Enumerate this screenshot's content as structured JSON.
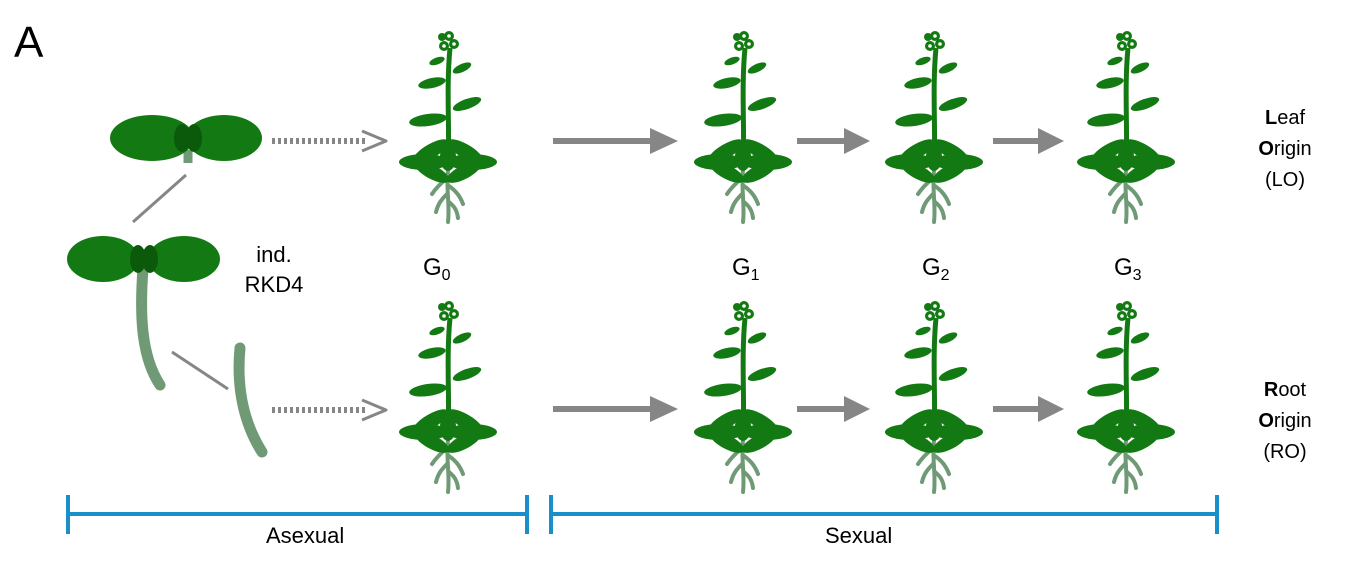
{
  "panel_label": "A",
  "induction": {
    "line1": "ind.",
    "line2": "RKD4"
  },
  "generations": [
    {
      "base": "G",
      "sub": "0"
    },
    {
      "base": "G",
      "sub": "1"
    },
    {
      "base": "G",
      "sub": "2"
    },
    {
      "base": "G",
      "sub": "3"
    }
  ],
  "rows": [
    {
      "line1_initial": "L",
      "line1_rest": "eaf",
      "line2_initial": "O",
      "line2_rest": "rigin",
      "abbr": "(LO)"
    },
    {
      "line1_initial": "R",
      "line1_rest": "oot",
      "line2_initial": "O",
      "line2_rest": "rigin",
      "abbr": "(RO)"
    }
  ],
  "phases": {
    "asexual": "Asexual",
    "sexual": "Sexual"
  },
  "colors": {
    "leaf_green": "#137a13",
    "root_green": "#6f9a75",
    "arrow_gray": "#868686",
    "bracket_blue": "#1a8ec9"
  }
}
